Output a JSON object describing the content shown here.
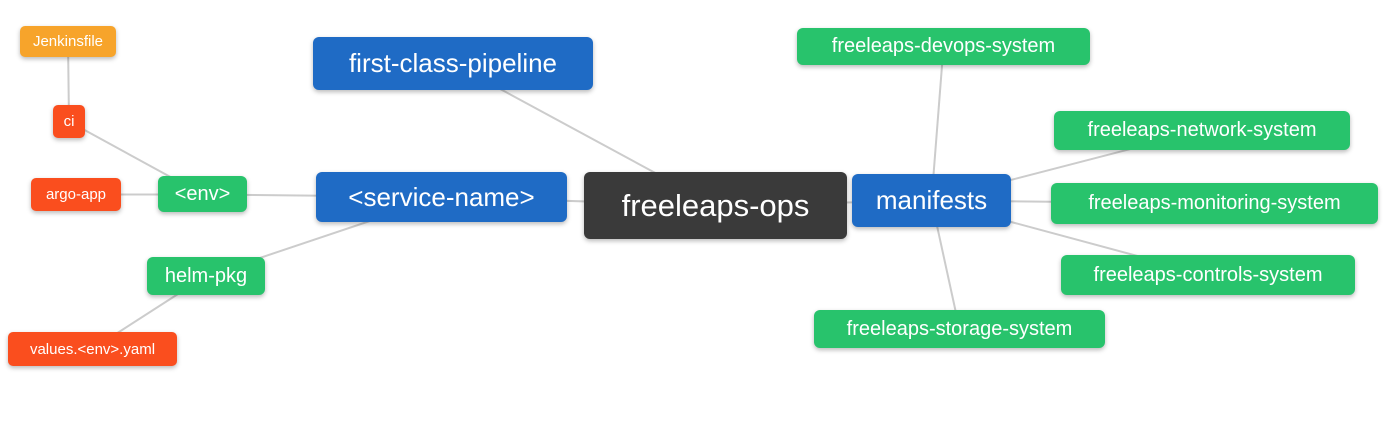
{
  "diagram": {
    "type": "mindmap",
    "root_label": "freeleaps-ops",
    "colors": {
      "root_bg": "#3A3A3A",
      "branch_bg": "#1F6BC5",
      "leaf_green_bg": "#28C36C",
      "leaf_red_bg": "#FA4E1E",
      "leaf_amber_bg": "#F7A42B",
      "node_text": "#FFFFFF",
      "edge_line": "#CCCCCC",
      "background": "#FFFFFF"
    },
    "nodes": [
      {
        "id": "jenkinsfile",
        "label": "Jenkinsfile",
        "color_role": "amber"
      },
      {
        "id": "ci",
        "label": "ci",
        "color_role": "red"
      },
      {
        "id": "argo-app",
        "label": "argo-app",
        "color_role": "red"
      },
      {
        "id": "env",
        "label": "<env>",
        "color_role": "green"
      },
      {
        "id": "helm-pkg",
        "label": "helm-pkg",
        "color_role": "green"
      },
      {
        "id": "values-env-yaml",
        "label": "values.<env>.yaml",
        "color_role": "red"
      },
      {
        "id": "first-class-pipeline",
        "label": "first-class-pipeline",
        "color_role": "blue"
      },
      {
        "id": "service-name",
        "label": "<service-name>",
        "color_role": "blue"
      },
      {
        "id": "freeleaps-ops",
        "label": "freeleaps-ops",
        "color_role": "dark"
      },
      {
        "id": "manifests",
        "label": "manifests",
        "color_role": "blue"
      },
      {
        "id": "devops-system",
        "label": "freeleaps-devops-system",
        "color_role": "green"
      },
      {
        "id": "network-system",
        "label": "freeleaps-network-system",
        "color_role": "green"
      },
      {
        "id": "monitoring-system",
        "label": "freeleaps-monitoring-system",
        "color_role": "green"
      },
      {
        "id": "controls-system",
        "label": "freeleaps-controls-system",
        "color_role": "green"
      },
      {
        "id": "storage-system",
        "label": "freeleaps-storage-system",
        "color_role": "green"
      }
    ],
    "edges": [
      [
        "jenkinsfile",
        "ci"
      ],
      [
        "ci",
        "env"
      ],
      [
        "argo-app",
        "env"
      ],
      [
        "env",
        "service-name"
      ],
      [
        "helm-pkg",
        "service-name"
      ],
      [
        "values-env-yaml",
        "helm-pkg"
      ],
      [
        "first-class-pipeline",
        "freeleaps-ops"
      ],
      [
        "service-name",
        "freeleaps-ops"
      ],
      [
        "freeleaps-ops",
        "manifests"
      ],
      [
        "manifests",
        "devops-system"
      ],
      [
        "manifests",
        "network-system"
      ],
      [
        "manifests",
        "monitoring-system"
      ],
      [
        "manifests",
        "controls-system"
      ],
      [
        "manifests",
        "storage-system"
      ]
    ]
  }
}
